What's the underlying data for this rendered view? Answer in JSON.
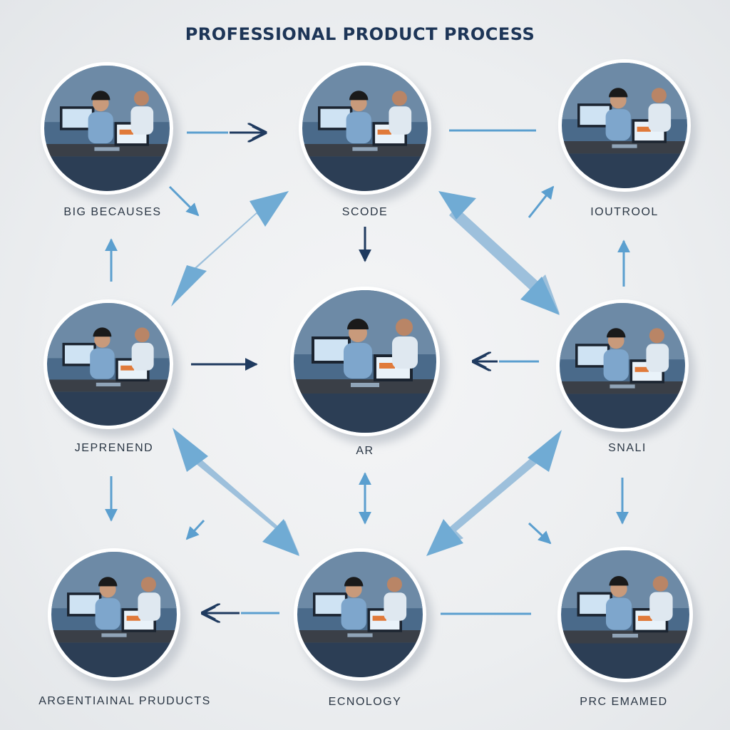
{
  "title": "PROFESSIONAL PRODUCT PROCESS",
  "nodes": [
    {
      "id": "n1",
      "label": "BIG BECAUSES"
    },
    {
      "id": "n2",
      "label": "SCODE"
    },
    {
      "id": "n3",
      "label": "IOUTROOL"
    },
    {
      "id": "n4",
      "label": "JEPRENEND"
    },
    {
      "id": "n5",
      "label": "AR"
    },
    {
      "id": "n6",
      "label": "SNALI"
    },
    {
      "id": "n7",
      "label": "ARGENTIAINAL PRUDUCTS"
    },
    {
      "id": "n8",
      "label": "ECNOLOGY"
    },
    {
      "id": "n9",
      "label": "PRC EMAMED"
    }
  ],
  "colors": {
    "title": "#1d3557",
    "navy": "#1f3a5f",
    "arrow_light": "#5b9fcf",
    "arrow_pale": "#8fb8d8",
    "scene_dark": "#2c3e55",
    "scene_mid": "#4a6a8a",
    "screen": "#cfe3f3",
    "accent": "#e07a3a"
  }
}
